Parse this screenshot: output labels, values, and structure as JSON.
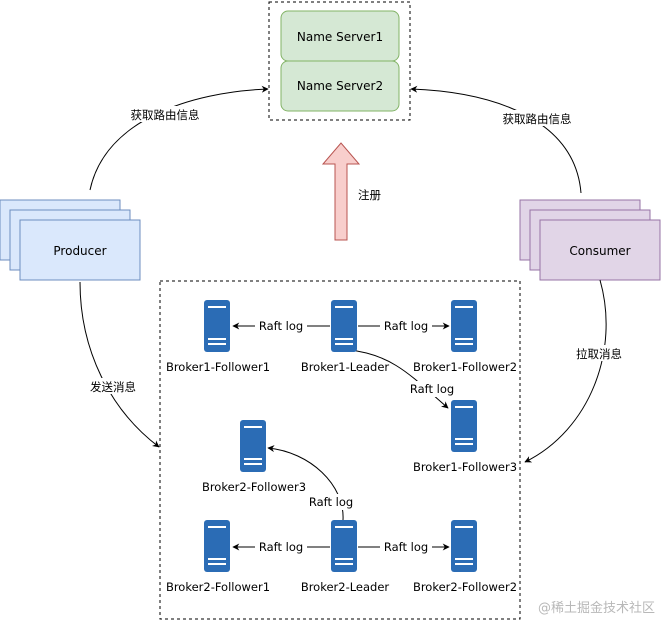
{
  "name_servers": [
    "Name Server1",
    "Name Server2"
  ],
  "producer": "Producer",
  "consumer": "Consumer",
  "edges": {
    "producer_route": "获取路由信息",
    "consumer_route": "获取路由信息",
    "register": "注册",
    "send": "发送消息",
    "pull": "拉取消息"
  },
  "brokers": {
    "b1_follower1": "Broker1-Follower1",
    "b1_leader": "Broker1-Leader",
    "b1_follower2": "Broker1-Follower2",
    "b1_follower3": "Broker1-Follower3",
    "b2_follower3": "Broker2-Follower3",
    "b2_follower1": "Broker2-Follower1",
    "b2_leader": "Broker2-Leader",
    "b2_follower2": "Broker2-Follower2"
  },
  "raft_label": "Raft log",
  "watermark": "@稀土掘金技术社区",
  "colors": {
    "name_server_fill": "#d5e8d4",
    "name_server_stroke": "#82b366",
    "producer_fill": "#dae8fc",
    "producer_stroke": "#6c8ebf",
    "consumer_fill": "#e1d5e7",
    "consumer_stroke": "#9673a6",
    "arrow_fill": "#f8cecc",
    "arrow_stroke": "#b85450",
    "server_icon": "#2b6cb5"
  }
}
